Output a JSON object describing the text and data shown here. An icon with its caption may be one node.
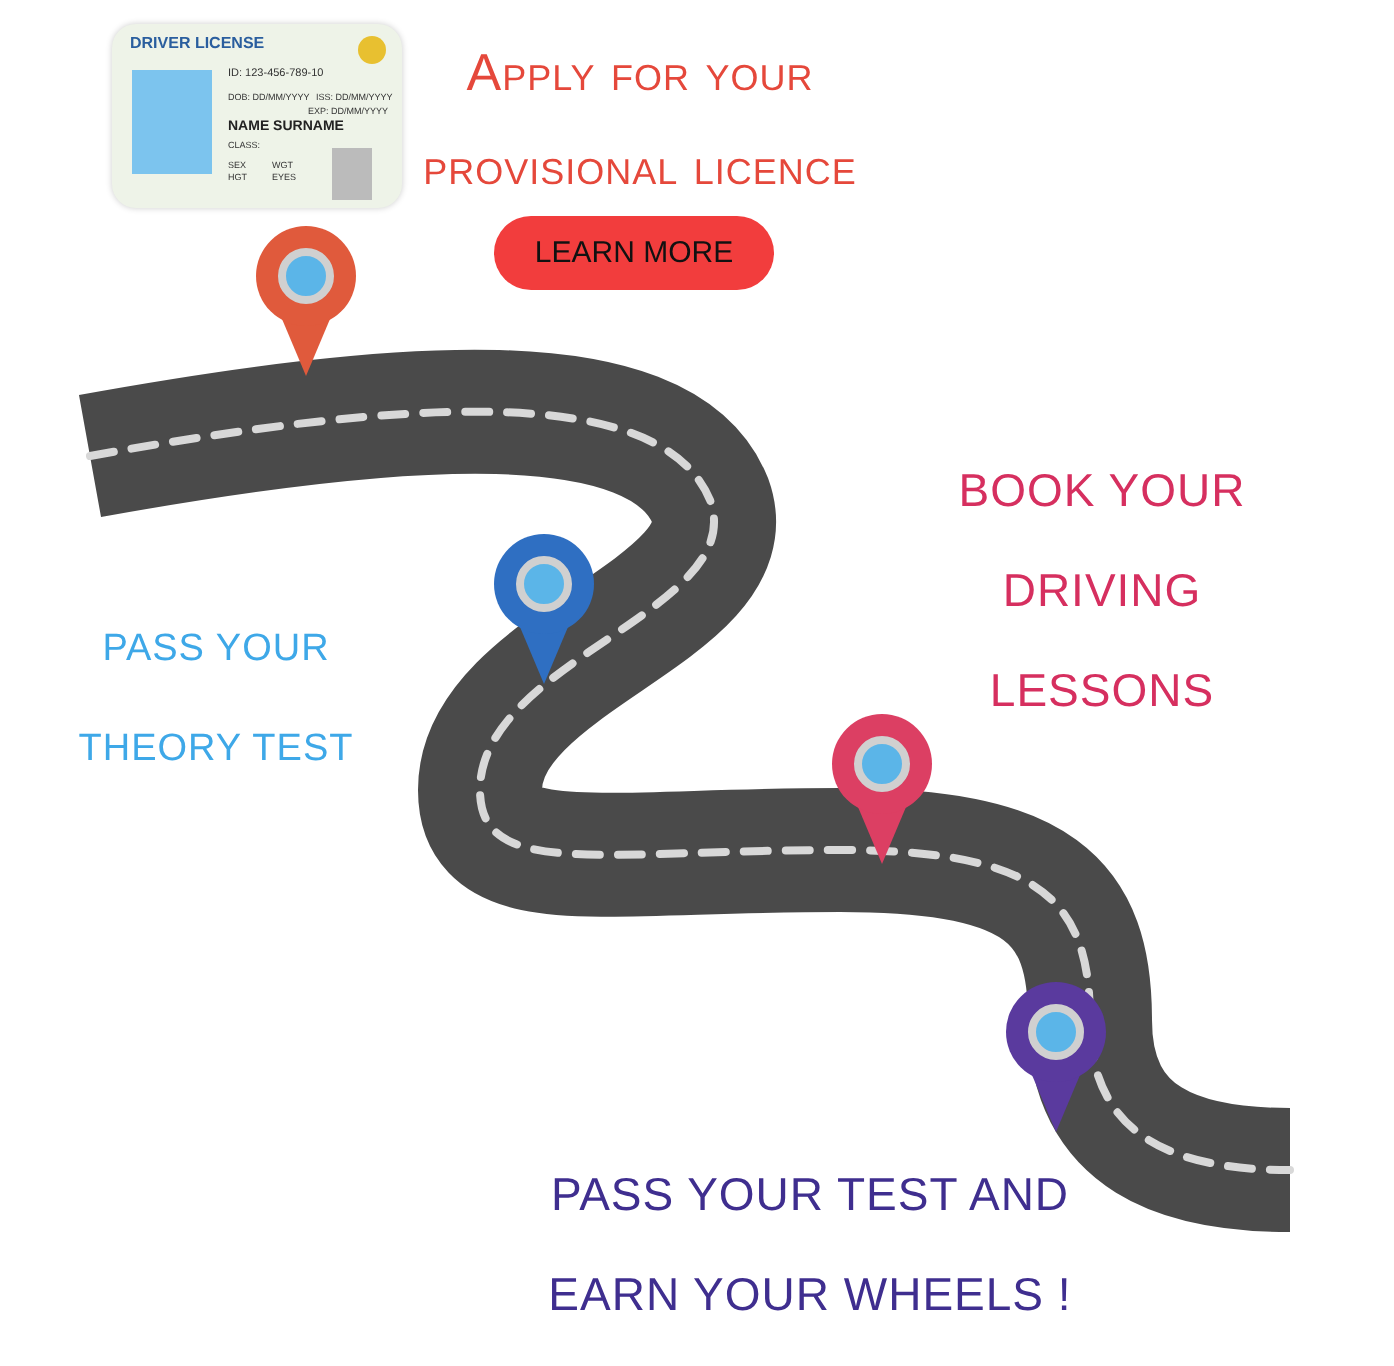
{
  "diagram": {
    "labels": [
      "DRIVER LICENSE",
      "ID: 123-456-789-10",
      "DOB: DD/MM/YYYY",
      "ISS: DD/MM/YYYY",
      "EXP: DD/MM/YYYY",
      "NAME SURNAME",
      "CLASS:",
      "SEX",
      "WGT",
      "HGT",
      "EYES",
      "Apply for your provisional licence",
      "LEARN MORE",
      "BOOK YOUR DRIVING LESSONS",
      "PASS YOUR THEORY TEST",
      "PASS YOUR TEST AND EARN YOUR WHEELS !"
    ]
  }
}
